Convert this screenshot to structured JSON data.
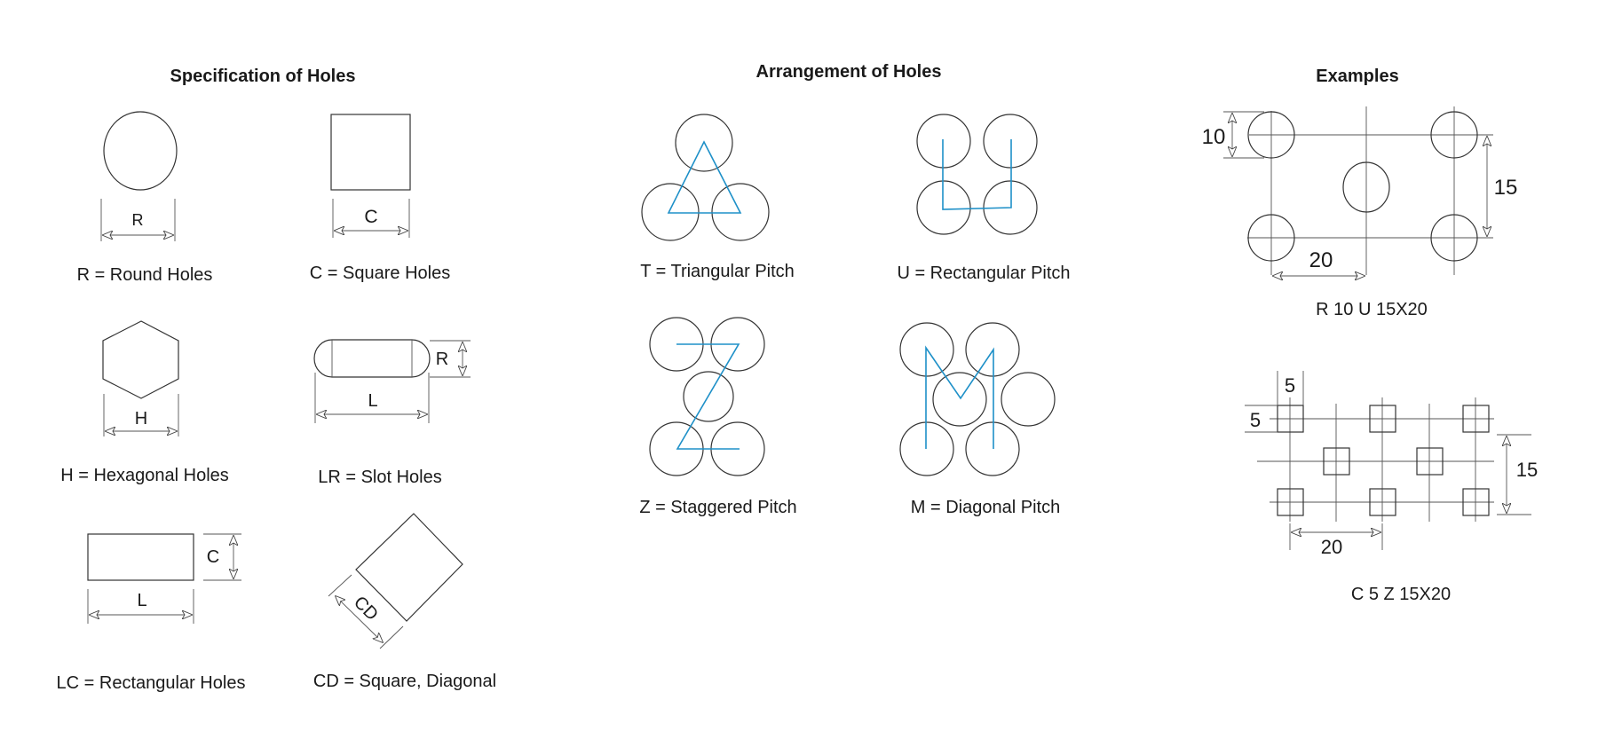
{
  "spec": {
    "title": "Specification of Holes",
    "round": {
      "dim": "R",
      "caption": "R = Round Holes"
    },
    "square": {
      "dim": "C",
      "caption": "C = Square Holes"
    },
    "hex": {
      "dim": "H",
      "caption": "H = Hexagonal Holes"
    },
    "slot": {
      "dim_r": "R",
      "dim_l": "L",
      "caption": "LR = Slot Holes"
    },
    "rect": {
      "dim_c": "C",
      "dim_l": "L",
      "caption": "LC = Rectangular Holes"
    },
    "diag": {
      "dim": "CD",
      "caption": "CD = Square, Diagonal"
    }
  },
  "arrangement": {
    "title": "Arrangement of Holes",
    "triangular": "T = Triangular Pitch",
    "rectangular": "U = Rectangular Pitch",
    "staggered": "Z = Staggered Pitch",
    "diagonal": "M = Diagonal Pitch"
  },
  "examples": {
    "title": "Examples",
    "ex1": {
      "dia": "10",
      "pitch_y": "15",
      "pitch_x": "20",
      "caption": "R 10 U 15X20"
    },
    "ex2": {
      "size_top": "5",
      "size_left": "5",
      "pitch_y": "15",
      "pitch_x": "20",
      "caption": "C 5 Z 15X20"
    }
  },
  "colors": {
    "line": "#333333",
    "pitch_line": "#1e90c8",
    "text": "#1a1a1a"
  }
}
